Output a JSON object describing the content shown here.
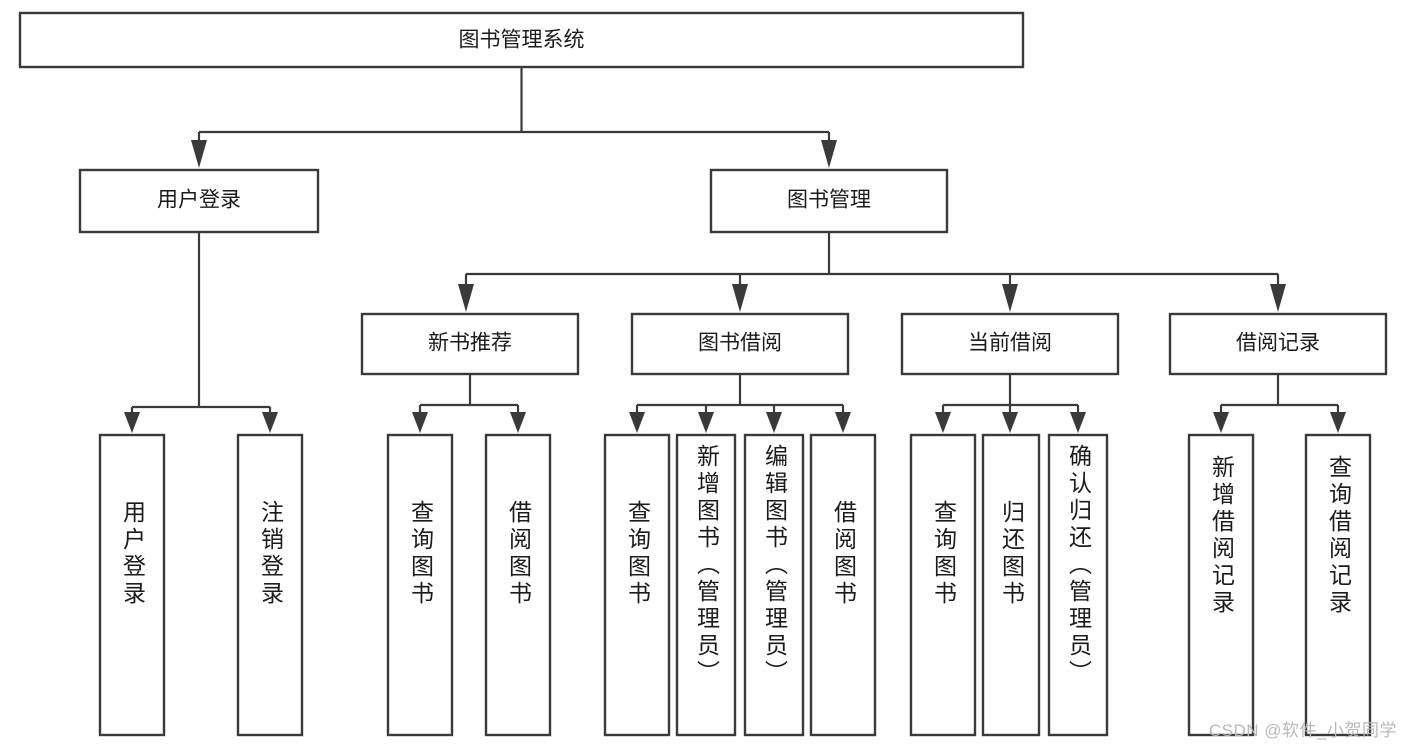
{
  "diagram": {
    "title": "图书管理系统",
    "type": "tree-hierarchy-diagram",
    "root": {
      "id": "root",
      "label": "图书管理系统"
    },
    "level2": [
      {
        "id": "user-login",
        "label": "用户登录"
      },
      {
        "id": "book-manage",
        "label": "图书管理"
      }
    ],
    "level3": [
      {
        "id": "new-book-recommend",
        "label": "新书推荐"
      },
      {
        "id": "book-borrow",
        "label": "图书借阅"
      },
      {
        "id": "current-borrow",
        "label": "当前借阅"
      },
      {
        "id": "borrow-record",
        "label": "借阅记录"
      }
    ],
    "leaves": [
      {
        "id": "leaf-user-login",
        "label": "用户登录",
        "parent": "user-login"
      },
      {
        "id": "leaf-logout-login",
        "label": "注销登录",
        "parent": "user-login"
      },
      {
        "id": "leaf-query-book-1",
        "label": "查询图书",
        "parent": "new-book-recommend"
      },
      {
        "id": "leaf-borrow-book-1",
        "label": "借阅图书",
        "parent": "new-book-recommend"
      },
      {
        "id": "leaf-query-book-2",
        "label": "查询图书",
        "parent": "book-borrow"
      },
      {
        "id": "leaf-add-book",
        "label": "新增图书（管理员）",
        "parent": "book-borrow"
      },
      {
        "id": "leaf-edit-book",
        "label": "编辑图书（管理员）",
        "parent": "book-borrow"
      },
      {
        "id": "leaf-borrow-book-2",
        "label": "借阅图书",
        "parent": "book-borrow"
      },
      {
        "id": "leaf-query-book-3",
        "label": "查询图书",
        "parent": "current-borrow"
      },
      {
        "id": "leaf-return-book",
        "label": "归还图书",
        "parent": "current-borrow"
      },
      {
        "id": "leaf-confirm-return",
        "label": "确认归还（管理员）",
        "parent": "current-borrow"
      },
      {
        "id": "leaf-add-record",
        "label": "新增借阅记录",
        "parent": "borrow-record"
      },
      {
        "id": "leaf-query-record",
        "label": "查询借阅记录",
        "parent": "borrow-record"
      }
    ],
    "colors": {
      "box_stroke": "#3a3a3a",
      "box_fill": "#ffffff",
      "text": "#1b1b1b",
      "watermark": "#b9b9b9",
      "background": "#ffffff"
    }
  },
  "watermark": {
    "text": "CSDN @软件_小贺同学"
  }
}
